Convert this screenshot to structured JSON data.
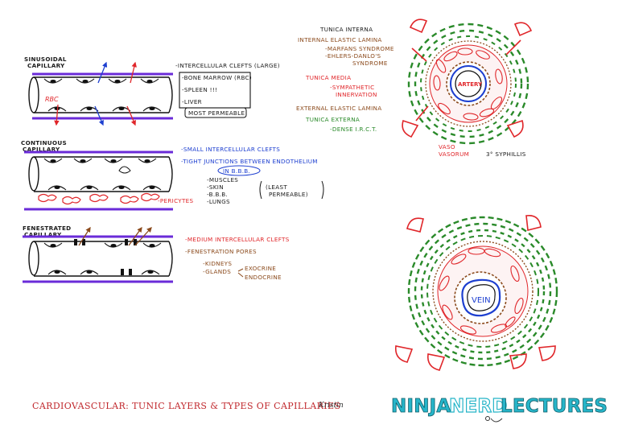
{
  "capillaries": {
    "sinusoidal": {
      "title_line1": "SINUSOIDAL",
      "title_line2": "CAPILLARY",
      "clefts": "-INTERCELLULAR CLEFTS (LARGE)",
      "bone_marrow": "-BONE MARROW (RBC)",
      "spleen": "-SPLEEN !!!",
      "liver": "-LIVER",
      "most_permeable": "MOST PERMEABLE",
      "rbc_label": "RBC"
    },
    "continuous": {
      "title_line1": "CONTINUOUS",
      "title_line2": "CAPILLARY",
      "small_clefts": "-SMALL INTERCELLULAR CLEFTS",
      "tight_junctions": "-TIGHT JUNCTIONS BETWEEN ENDOTHELIUM",
      "in_bbb": "IN B.B.B.",
      "list": [
        "-MUSCLES",
        "-SKIN",
        "-B.B.B.",
        "-LUNGS"
      ],
      "least_line1": "(LEAST",
      "least_line2": "PERMEABLE)",
      "pericytes": "-PERICYTES"
    },
    "fenestrated": {
      "title_line1": "FENESTRATED",
      "title_line2": "CAPILLARY",
      "medium_clefts": "-MEDIUM INTERCELLULAR CLEFTS",
      "pores": "-FENESTRATION PORES",
      "kidneys": "-KIDNEYS",
      "glands": "-GLANDS",
      "exocrine": "EXOCRINE",
      "endocrine": "ENDOCRINE"
    }
  },
  "tunics": {
    "tunica_interna": "TUNICA INTERNA",
    "internal_elastic": "INTERNAL ELASTIC LAMINA",
    "marfans": "-MARFANS SYNDROME",
    "ehlers_line1": "-EHLERS-DANLO'S",
    "ehlers_line2": "SYNDROME",
    "tunica_media": "TUNICA MEDIA",
    "sympathetic_line1": "-SYMPATHETIC",
    "sympathetic_line2": "INNERVATION",
    "external_elastic": "EXTERNAL ELASTIC LAMINA",
    "tunica_externa": "TUNICA EXTERNA",
    "dense": "-DENSE I.R.C.T.",
    "vaso_line1": "VASO",
    "vaso_line2": "VASORUM",
    "syphilis": "3° SYPHILLIS"
  },
  "vessels": {
    "artery": "ARTERY",
    "vein": "VEIN"
  },
  "footer": {
    "title": "CARDIOVASCULAR: TUNIC LAYERS & TYPES OF CAPILLARIES",
    "signature": "Kristin",
    "logo_ninja": "NINJA",
    "logo_nerd": "NERD",
    "logo_lectures": "LECTURES"
  },
  "colors": {
    "red": "#e0262a",
    "purple": "#6a2bd8",
    "blue": "#1d3fd0",
    "green": "#2a8a2a",
    "brown": "#8b4a1c",
    "logo_teal": "#27b5c9",
    "logo_pink": "#e83a8c"
  }
}
